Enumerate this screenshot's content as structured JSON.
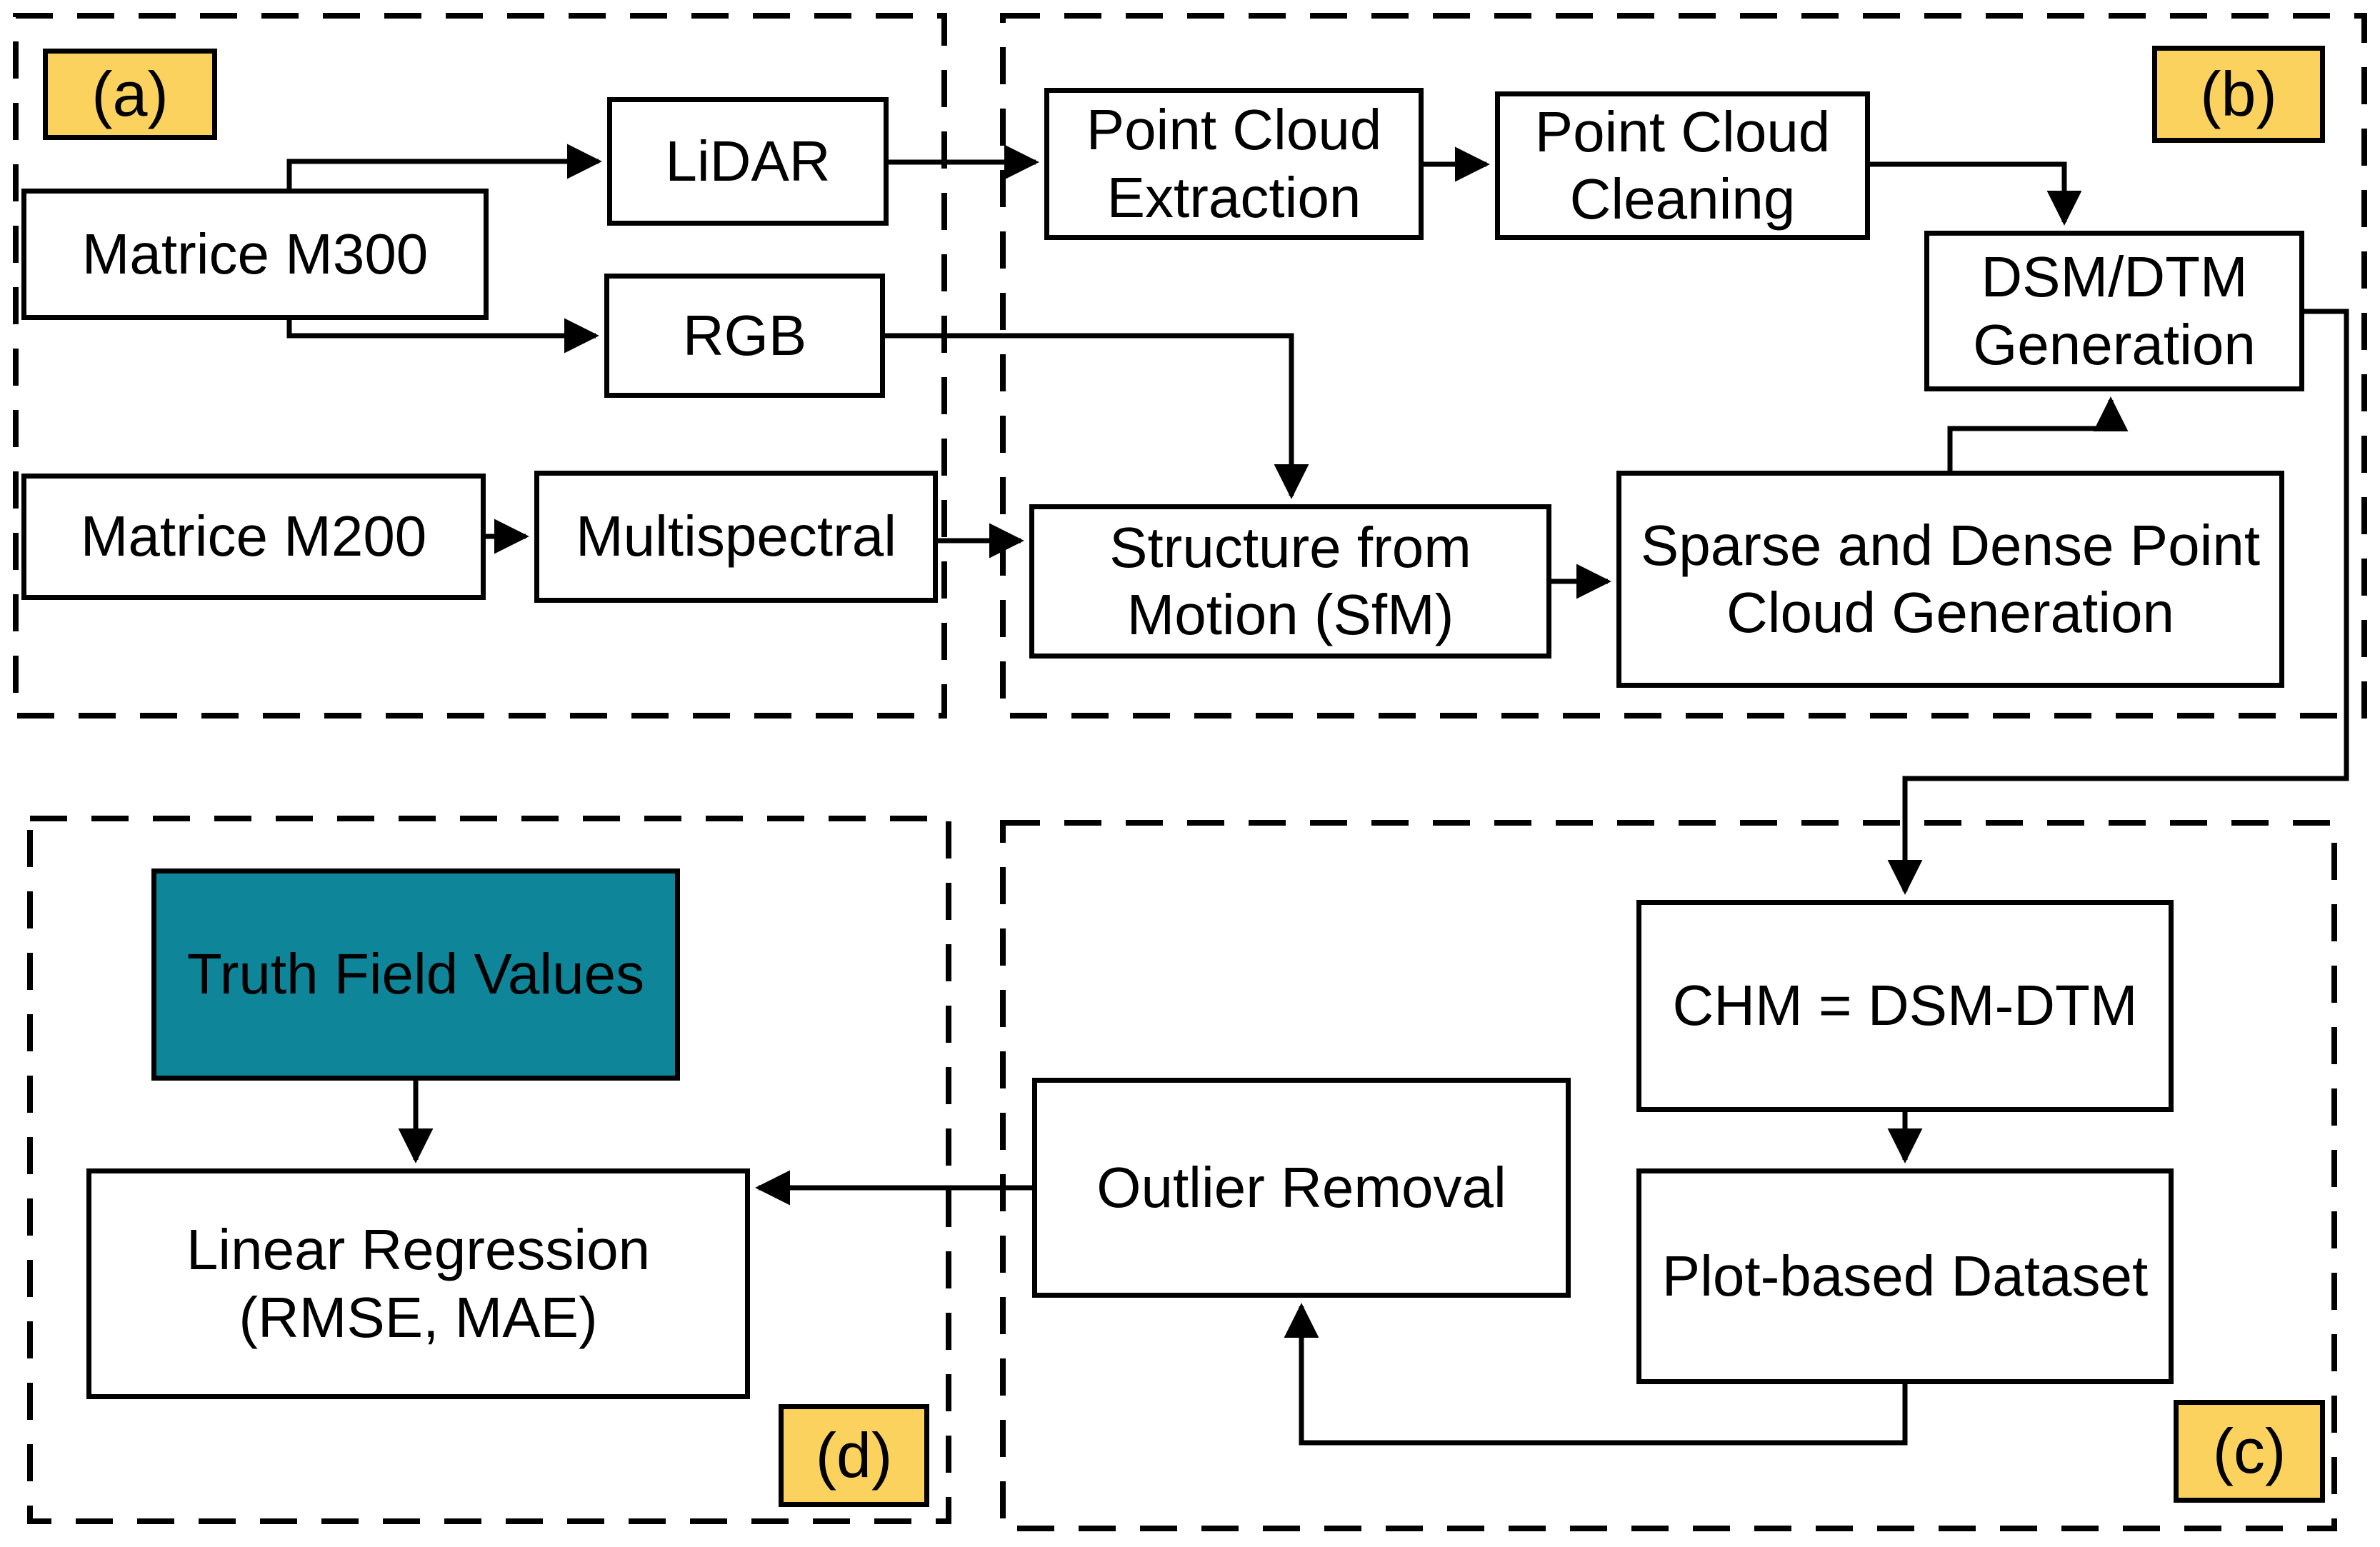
{
  "diagram": {
    "panels": {
      "a": {
        "label": "(a)"
      },
      "b": {
        "label": "(b)"
      },
      "c": {
        "label": "(c)"
      },
      "d": {
        "label": "(d)"
      }
    },
    "nodes": {
      "m300": {
        "label": "Matrice M300"
      },
      "lidar": {
        "label": "LiDAR"
      },
      "rgb": {
        "label": "RGB"
      },
      "m200": {
        "label": "Matrice M200"
      },
      "multispectral": {
        "label": "Multispectral"
      },
      "pce": {
        "label": "Point Cloud Extraction"
      },
      "pcc": {
        "label": "Point Cloud Cleaning"
      },
      "dsm": {
        "label": "DSM/DTM Generation"
      },
      "sfm": {
        "label": "Structure from Motion (SfM)"
      },
      "sparse": {
        "label": "Sparse and Dense Point Cloud Generation"
      },
      "chm": {
        "label": "CHM = DSM-DTM"
      },
      "plot": {
        "label": "Plot-based Dataset"
      },
      "outlier": {
        "label": "Outlier Removal"
      },
      "truth": {
        "label": "Truth Field Values"
      },
      "linreg": {
        "label": "Linear Regression (RMSE, MAE)"
      }
    },
    "colors": {
      "panel_label_bg": "#FBD25E",
      "truth_bg": "#0E8598",
      "line": "#000000",
      "box_bg": "#FFFFFF"
    }
  }
}
